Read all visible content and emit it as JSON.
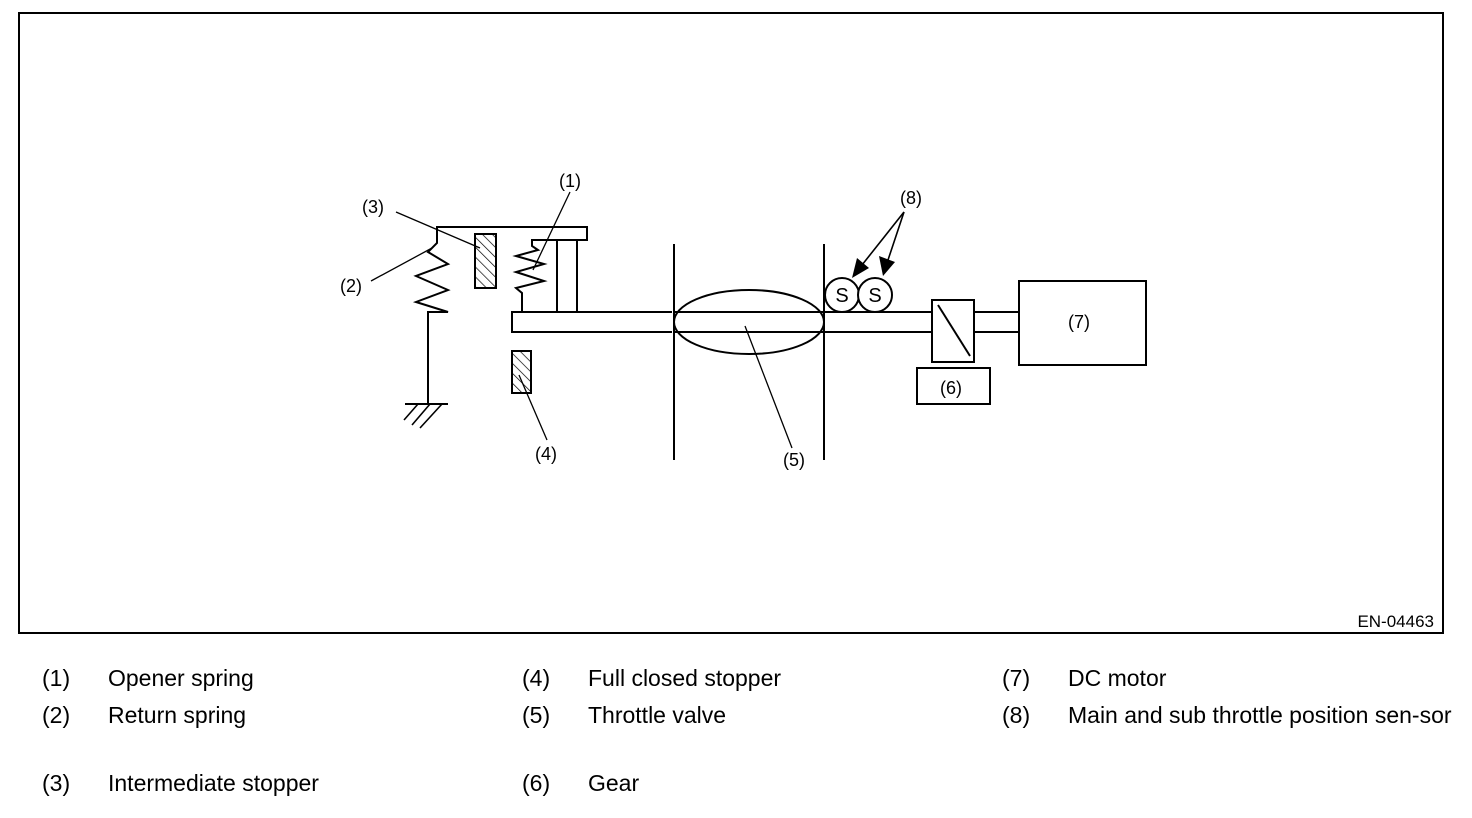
{
  "figure_id": "EN-04463",
  "callouts": [
    "(1)",
    "(2)",
    "(3)",
    "(4)",
    "(5)",
    "(6)",
    "(7)",
    "(8)"
  ],
  "sensor_letter": "S",
  "legend": [
    {
      "num": "(1)",
      "text": "Opener spring"
    },
    {
      "num": "(2)",
      "text": "Return spring"
    },
    {
      "num": "(3)",
      "text": "Intermediate stopper"
    },
    {
      "num": "(4)",
      "text": "Full closed stopper"
    },
    {
      "num": "(5)",
      "text": "Throttle valve"
    },
    {
      "num": "(6)",
      "text": "Gear"
    },
    {
      "num": "(7)",
      "text": "DC motor"
    },
    {
      "num": "(8)",
      "text": "Main and sub throttle position sen-sor"
    }
  ]
}
